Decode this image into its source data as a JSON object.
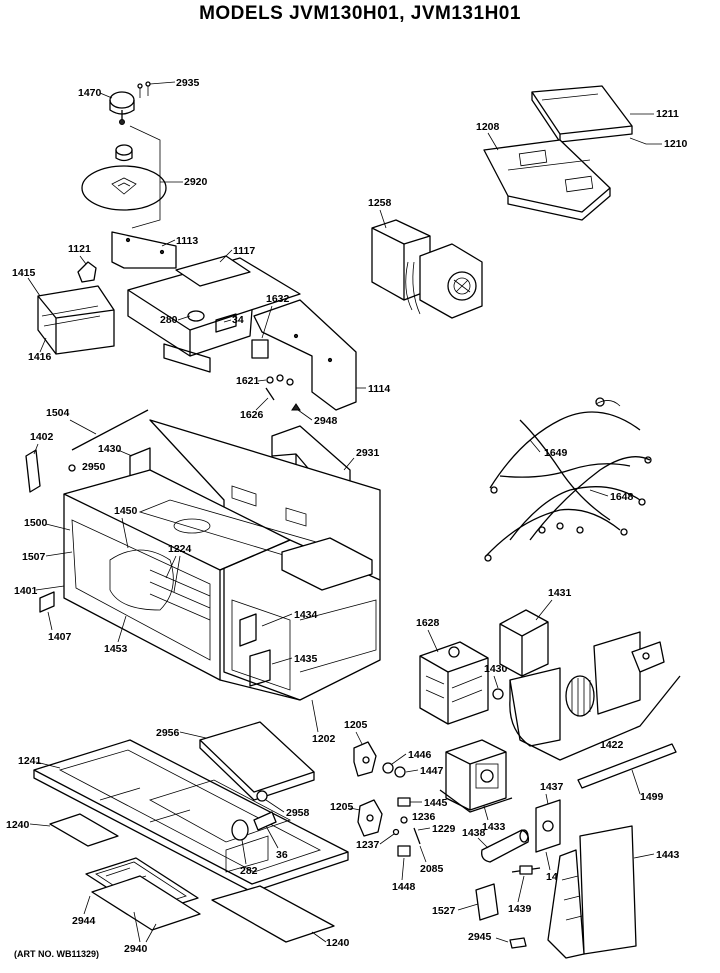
{
  "title": "MODELS JVM130H01, JVM131H01",
  "art_number": "(ART NO. WB11329)",
  "callouts": {
    "c1470": "1470",
    "c2935": "2935",
    "c2920": "2920",
    "c1211": "1211",
    "c1208": "1208",
    "c1210": "1210",
    "c1258": "1258",
    "c1121": "1121",
    "c1113": "1113",
    "c1117": "1117",
    "c1415": "1415",
    "c1632": "1632",
    "c280": "280",
    "c34": "34",
    "c1416": "1416",
    "c1621": "1621",
    "c1114": "1114",
    "c1626": "1626",
    "c2948": "2948",
    "c1504": "1504",
    "c1402": "1402",
    "c1430a": "1430",
    "c2950": "2950",
    "c2931": "2931",
    "c1649": "1649",
    "c1648": "1648",
    "c1450": "1450",
    "c1500": "1500",
    "c1224": "1224",
    "c1507": "1507",
    "c1401": "1401",
    "c1407": "1407",
    "c1453": "1453",
    "c1434": "1434",
    "c1628": "1628",
    "c1431": "1431",
    "c1435": "1435",
    "c1430b": "1430",
    "c1202": "1202",
    "c1205a": "1205",
    "c2956": "2956",
    "c1446": "1446",
    "c1447": "1447",
    "c1422": "1422",
    "c1241": "1241",
    "c1499": "1499",
    "c2958": "2958",
    "c1445": "1445",
    "c1205b": "1205",
    "c1236": "1236",
    "c1229": "1229",
    "c1437": "1437",
    "c1433": "1433",
    "c1240a": "1240",
    "c1237": "1237",
    "c1438": "1438",
    "c1443": "1443",
    "c282": "282",
    "c36": "36",
    "c2085": "2085",
    "c1436": "1436",
    "c1448": "1448",
    "c1527": "1527",
    "c1439": "1439",
    "c2944": "2944",
    "c2940": "2940",
    "c1240b": "1240",
    "c2945": "2945"
  }
}
